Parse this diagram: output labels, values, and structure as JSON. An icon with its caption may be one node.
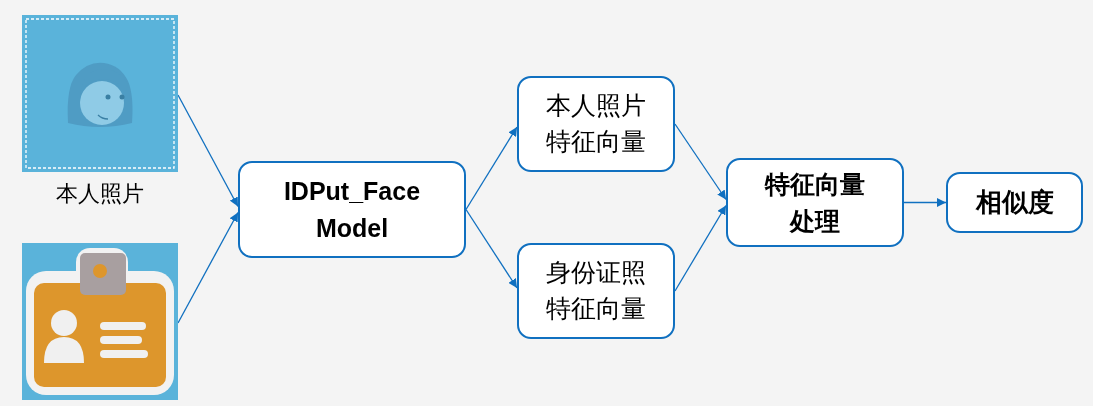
{
  "diagram": {
    "nodes": [
      {
        "text": [],
        "shape": "picture",
        "beside": [
          "本人照片"
        ]
      },
      {
        "text": [],
        "shape": "picture"
      },
      {
        "text": [
          "IDPut_Face Model"
        ]
      },
      {
        "text": [
          "本人照片特征向量"
        ]
      },
      {
        "text": [
          "身份证照特征向量"
        ]
      },
      {
        "text": [
          "特征向量处理"
        ]
      },
      {
        "text": [
          "相似度"
        ]
      }
    ],
    "edges": [
      {
        "from": 0,
        "to": 2,
        "arrow": "to"
      },
      {
        "from": 1,
        "to": 2,
        "arrow": "to"
      },
      {
        "from": 2,
        "to": 3,
        "arrow": "to"
      },
      {
        "from": 2,
        "to": 4,
        "arrow": "to"
      },
      {
        "from": 3,
        "to": 5,
        "arrow": "to"
      },
      {
        "from": 4,
        "to": 5,
        "arrow": "to"
      },
      {
        "from": 5,
        "to": 6,
        "arrow": "to"
      }
    ]
  }
}
